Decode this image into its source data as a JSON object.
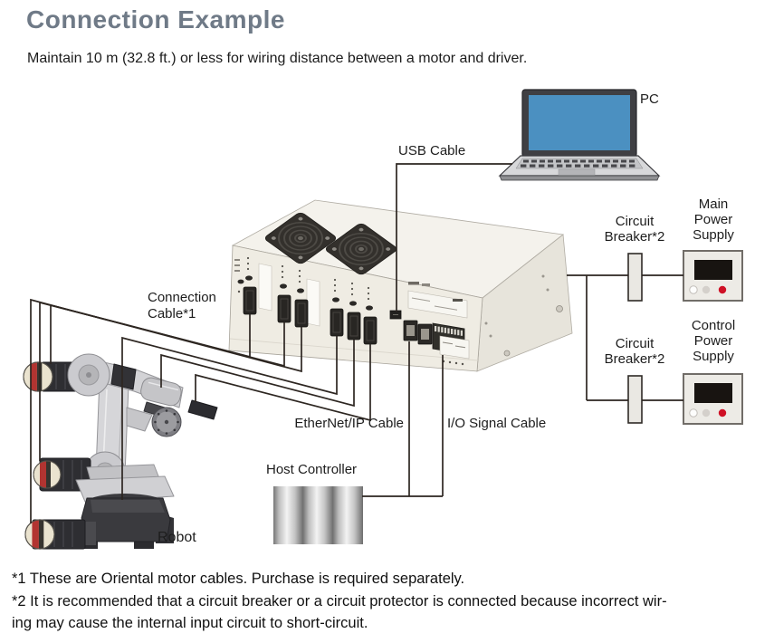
{
  "page": {
    "title": "Connection Example",
    "subtitle": "Maintain 10 m (32.8 ft.) or less for wiring distance between a motor and driver."
  },
  "diagram": {
    "labels": {
      "pc": "PC",
      "usb_cable": "USB Cable",
      "connection_cable_line1": "Connection",
      "connection_cable_line2": "Cable*1",
      "circuit_breaker_line1": "Circuit",
      "circuit_breaker_line2": "Breaker*2",
      "main_power_line1": "Main",
      "main_power_line2": "Power",
      "main_power_line3": "Supply",
      "control_power_line1": "Control",
      "control_power_line2": "Power",
      "control_power_line3": "Supply",
      "ethernet_cable": "EtherNet/IP Cable",
      "io_cable": "I/O Signal Cable",
      "host_controller": "Host Controller",
      "robot": "Robot"
    },
    "colors": {
      "title_text": "#6f7a87",
      "laptop_screen_blue": "#4b90c1",
      "driver_body": "#efece3",
      "cable_line": "#2d2621",
      "power_led_red": "#cf1126"
    }
  },
  "footnotes": {
    "note1": "*1 These are Oriental motor cables. Purchase is required separately.",
    "note2_line1": "*2 It is recommended that a circuit breaker or a circuit protector is connected because incorrect wir-",
    "note2_line2": "ing may cause the internal input circuit to short-circuit."
  }
}
